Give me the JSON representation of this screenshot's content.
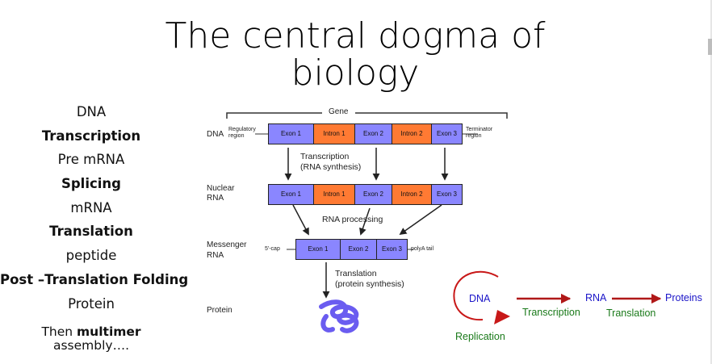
{
  "title_line1": "The central dogma of",
  "title_line2": "biology",
  "steps": [
    "DNA",
    "Transcription",
    "Pre mRNA",
    "Splicing",
    "mRNA",
    "Translation",
    "peptide",
    "Post –Translation Folding",
    "Protein"
  ],
  "multimer": {
    "prefix": "Then ",
    "bold": "multimer",
    "suffix": "assembly…."
  },
  "gene_diagram": {
    "gene_label": "Gene",
    "row_labels": {
      "dna": "DNA",
      "nuclear_1": "Nuclear",
      "nuclear_2": "RNA",
      "messenger_1": "Messenger",
      "messenger_2": "RNA",
      "protein": "Protein"
    },
    "regulatory_1": "Regulatory",
    "regulatory_2": "region",
    "terminator_1": "Terminator",
    "terminator_2": "region",
    "dna_segments": [
      "Exon 1",
      "Intron 1",
      "Exon 2",
      "Intron 2",
      "Exon 3"
    ],
    "nuclear_segments": [
      "Exon 1",
      "Intron 1",
      "Exon 2",
      "Intron 2",
      "Exon 3"
    ],
    "mrna_segments": [
      "Exon 1",
      "Exon 2",
      "Exon 3"
    ],
    "cap": "5'-cap",
    "polya": "polyA tail",
    "transcription_1": "Transcription",
    "transcription_2": "(RNA synthesis)",
    "rna_processing": "RNA processing",
    "translation_1": "Translation",
    "translation_2": "(protein synthesis)"
  },
  "dogma": {
    "dna": "DNA",
    "transcription": "Transcription",
    "rna": "RNA",
    "translation": "Translation",
    "proteins": "Proteins",
    "replication": "Replication"
  },
  "colors": {
    "exon": "#8a86ff",
    "intron": "#ff7a33",
    "dogma_blue": "#1a14c8",
    "dogma_green": "#1a7a1a",
    "dogma_arrow": "#b01818",
    "protein": "#6a5cf0"
  }
}
